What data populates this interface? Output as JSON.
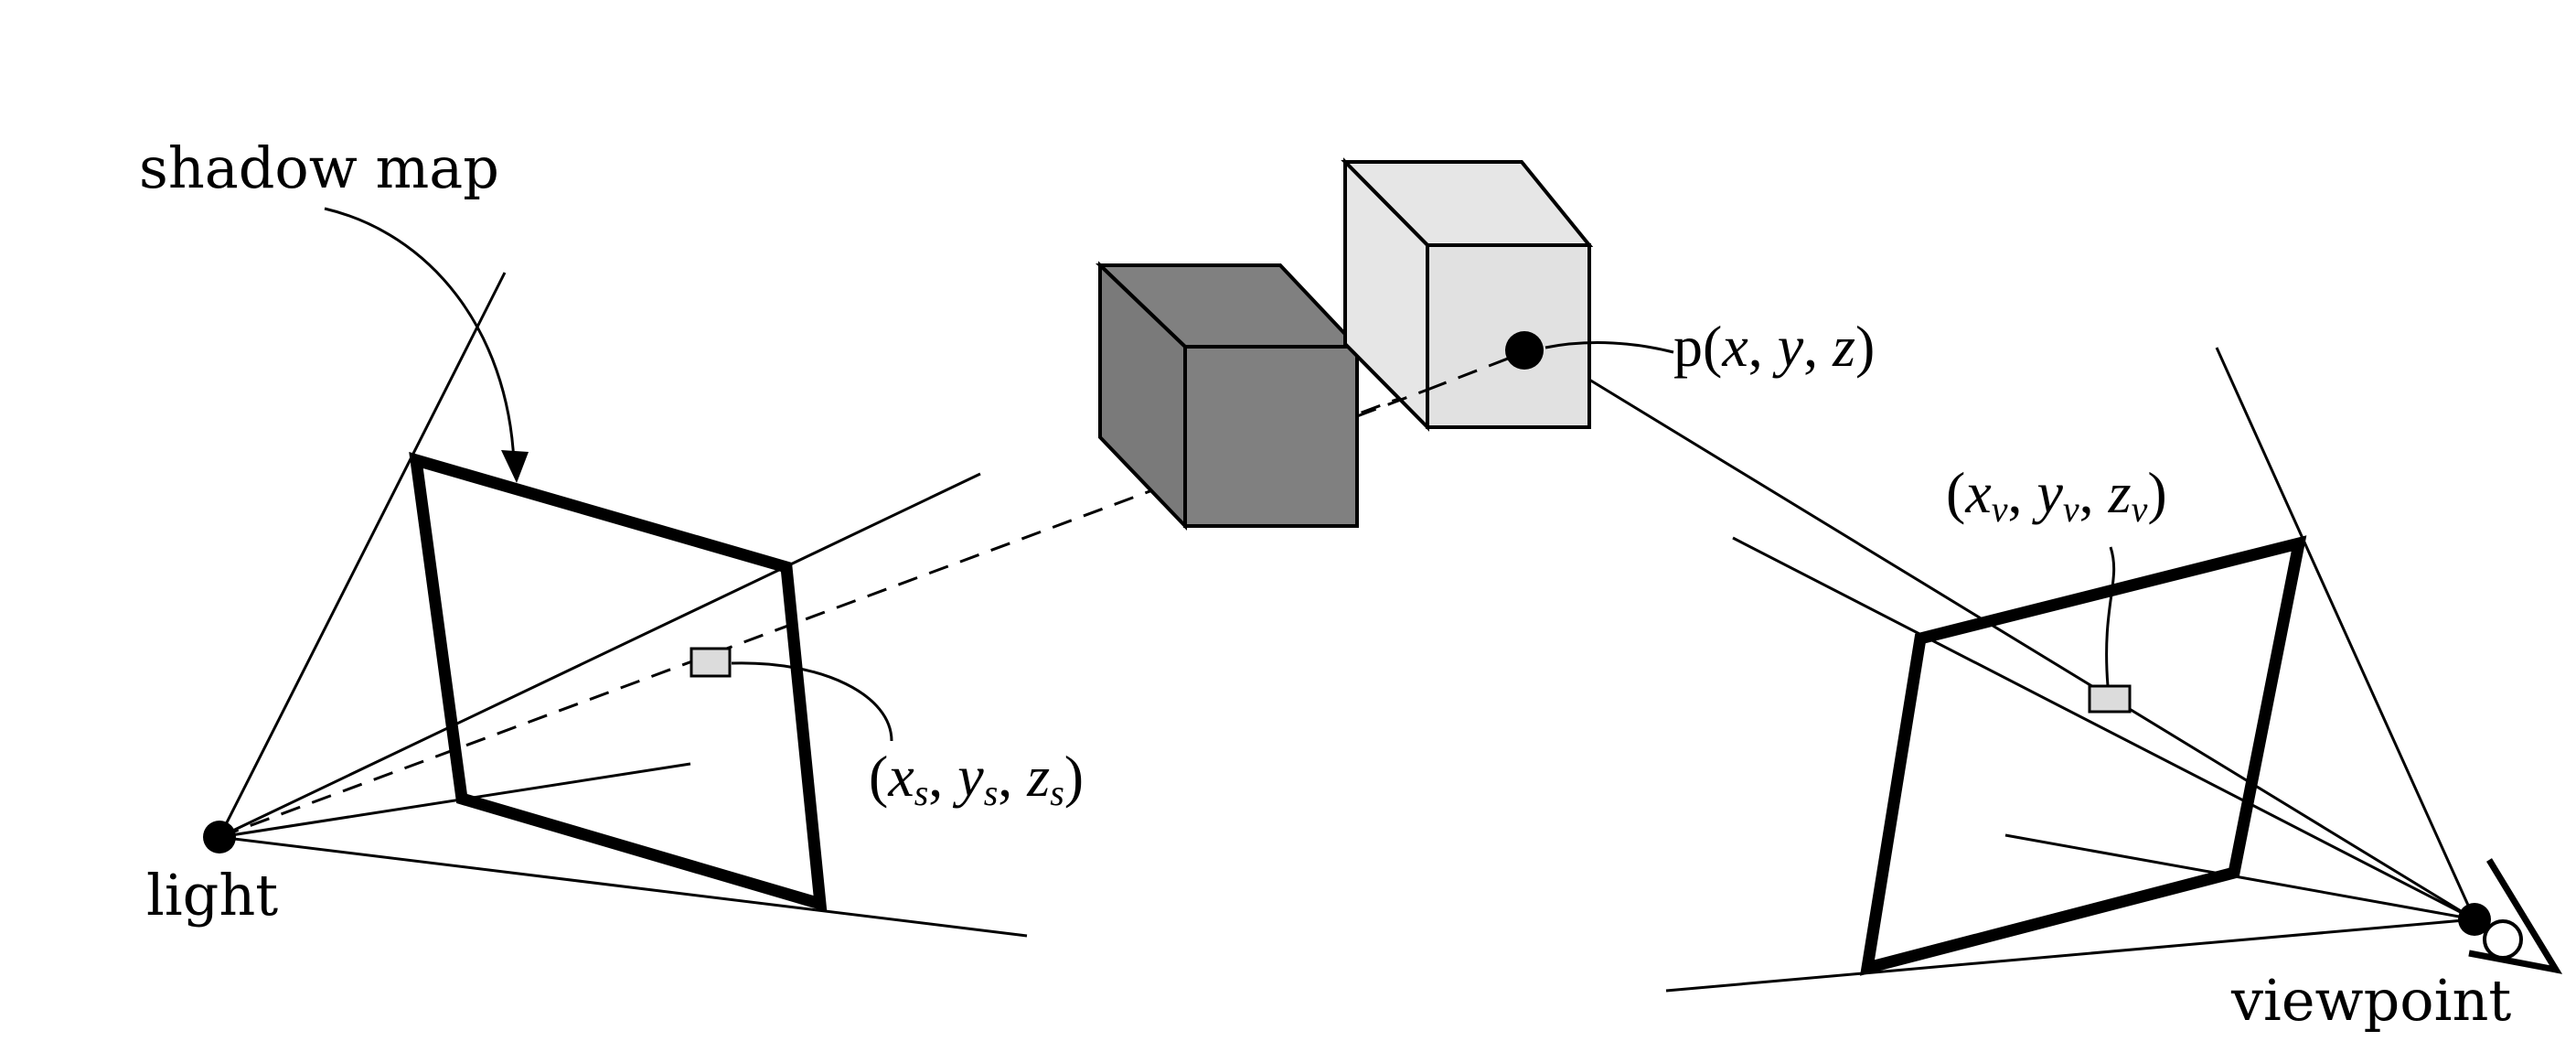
{
  "labels": {
    "shadow_map": "shadow map",
    "light": "light",
    "viewpoint": "viewpoint"
  },
  "point_label": {
    "prefix": "p(",
    "x": "x",
    "sep1": ", ",
    "y": "y",
    "sep2": ", ",
    "z": "z",
    "suffix": ")"
  },
  "shadow_coord": {
    "open": "(",
    "x": "x",
    "xs": "s",
    "sep1": ", ",
    "y": "y",
    "ys": "s",
    "sep2": ", ",
    "z": "z",
    "zs": "s",
    "close": ")"
  },
  "view_coord": {
    "open": "(",
    "x": "x",
    "xs": "v",
    "sep1": ", ",
    "y": "y",
    "ys": "v",
    "sep2": ", ",
    "z": "z",
    "zs": "v",
    "close": ")"
  },
  "colors": {
    "ink": "#000000",
    "occluder_front": "#808080",
    "occluder_side": "#7a7a7a",
    "receiver_front": "#e1e1e1",
    "receiver_side": "#e6e6e6",
    "texel": "#dcdcdc"
  }
}
